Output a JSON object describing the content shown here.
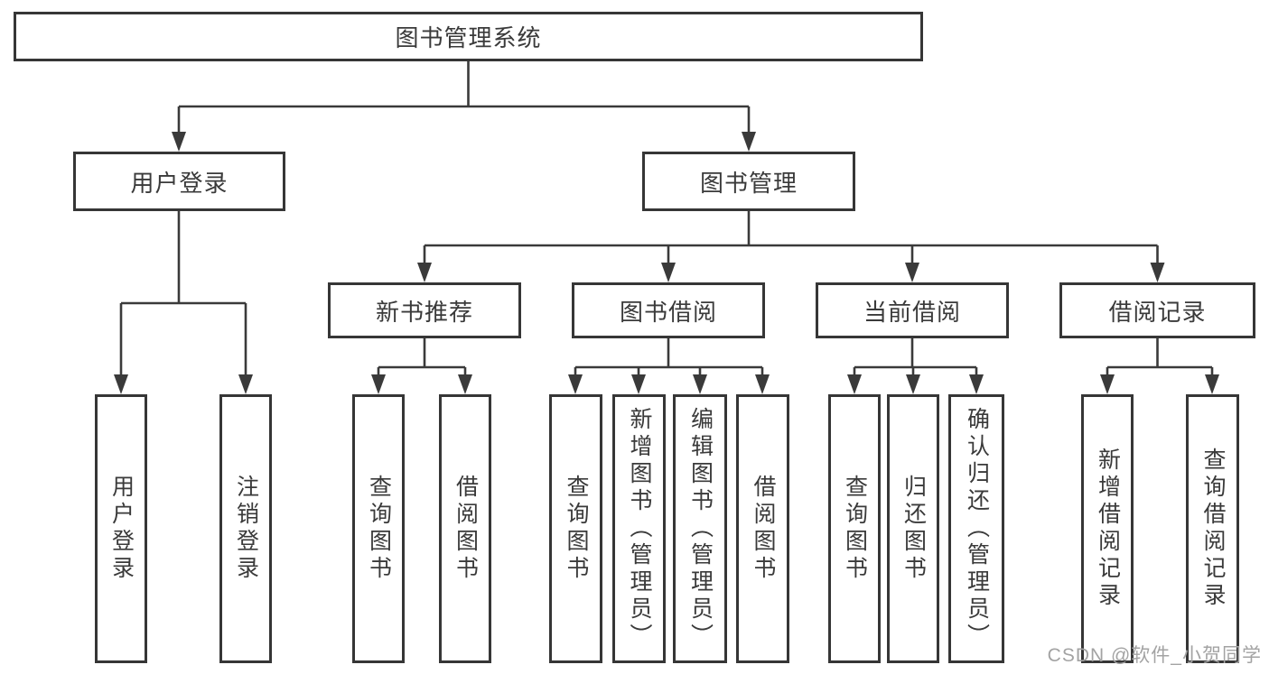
{
  "diagram": {
    "root": {
      "label": "图书管理系统"
    },
    "level2": [
      {
        "label": "用户登录"
      },
      {
        "label": "图书管理"
      }
    ],
    "level3": [
      {
        "label": "新书推荐"
      },
      {
        "label": "图书借阅"
      },
      {
        "label": "当前借阅"
      },
      {
        "label": "借阅记录"
      }
    ],
    "leaves": {
      "user_login": [
        {
          "label": "用户登录"
        },
        {
          "label": "注销登录"
        }
      ],
      "new_book_recommendation": [
        {
          "label": "查询图书"
        },
        {
          "label": "借阅图书"
        }
      ],
      "book_borrowing": [
        {
          "label": "查询图书"
        },
        {
          "label": "新增图书（管理员）"
        },
        {
          "label": "编辑图书（管理员）"
        },
        {
          "label": "借阅图书"
        }
      ],
      "current_borrowing": [
        {
          "label": "查询图书"
        },
        {
          "label": "归还图书"
        },
        {
          "label": "确认归还（管理员）"
        }
      ],
      "borrowing_records": [
        {
          "label": "新增借阅记录"
        },
        {
          "label": "查询借阅记录"
        }
      ]
    },
    "watermark": "CSDN @软件_小贺同学",
    "colors": {
      "line": "#3a3a3a",
      "border": "#363636",
      "text": "#3a3a3a",
      "watermark": "#a3a3a3",
      "background": "#ffffff"
    }
  }
}
